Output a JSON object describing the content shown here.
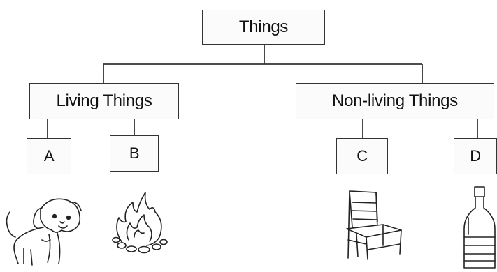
{
  "diagram": {
    "root": {
      "label": "Things"
    },
    "branches": [
      {
        "label": "Living Things",
        "children": [
          {
            "label": "A",
            "picture": "dog-icon"
          },
          {
            "label": "B",
            "picture": "fire-icon"
          }
        ]
      },
      {
        "label": "Non-living Things",
        "children": [
          {
            "label": "C",
            "picture": "chair-icon"
          },
          {
            "label": "D",
            "picture": "bottle-icon"
          }
        ]
      }
    ]
  }
}
